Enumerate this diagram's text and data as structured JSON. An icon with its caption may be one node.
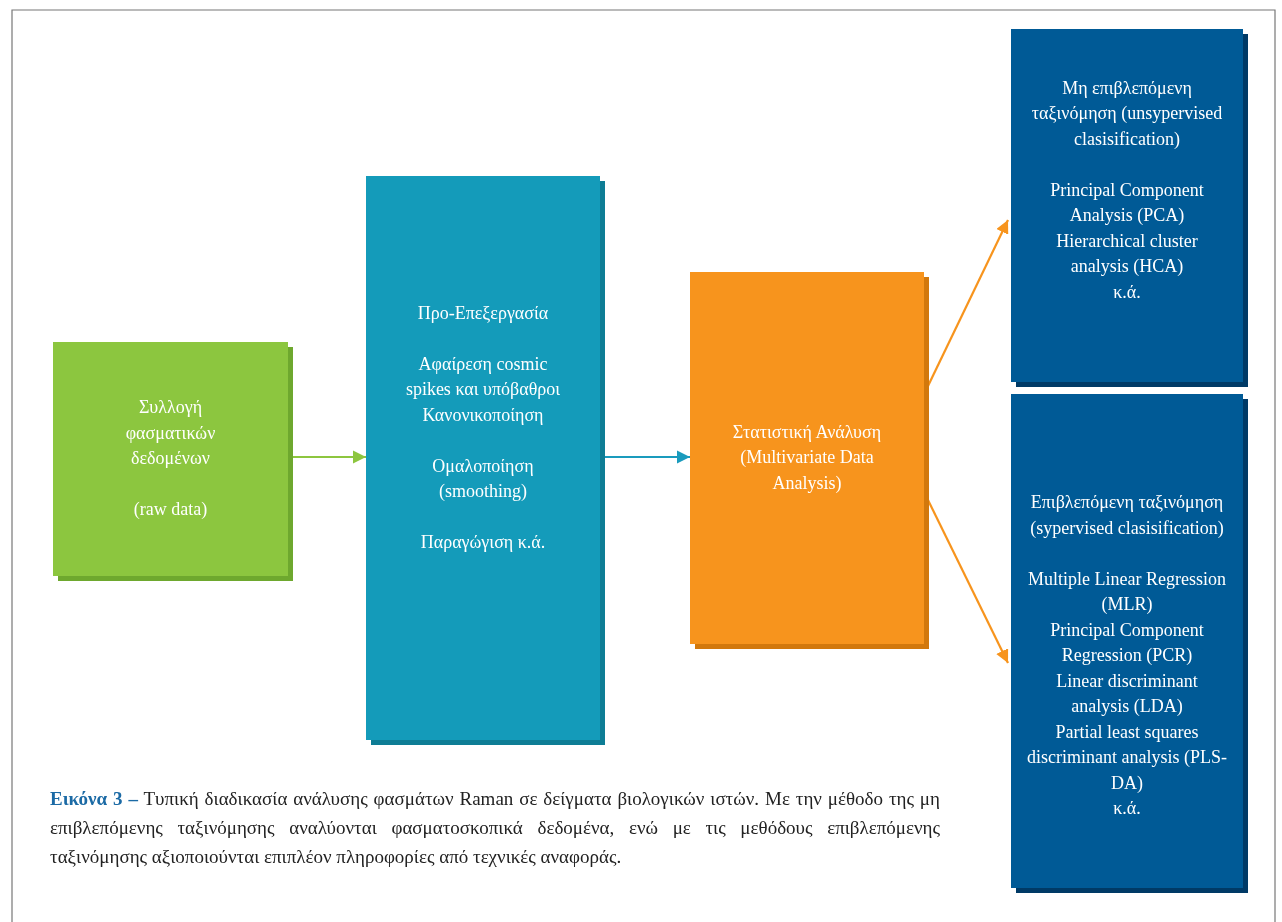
{
  "diagram": {
    "caption": "**Εικόνα 3 –** Τυπική διαδικασία ανάλυσης φασμάτων Raman σε δείγματα βιολογικών ιστών. Με την μέθοδο της μη επιβλεπόμενης ταξινόμησης αναλύονται φασματοσκοπικά δεδομένα, ενώ με τις μεθόδους επιβλεπόμενης ταξινόμησης αξιοποιούνται επιπλέον πληροφορίες από τεχνικές αναφοράς.",
    "nodes": [
      {
        "text": [
          "Συλλογή φασματικών δεδομένων",
          "(raw data)"
        ]
      },
      {
        "text": [
          "Προ-Επεξεργασία",
          "Αφαίρεση cosmic spikes και υπόβαθροι",
          "Κανονικοποίηση",
          "Ομαλοποίηση (smoothing)",
          "Παραγώγιση κ.ά."
        ]
      },
      {
        "text": [
          "Στατιστική Ανάλυση (Multivariate Data Analysis)"
        ]
      },
      {
        "text": [
          "Μη επιβλεπόμενη ταξινόμηση (unsypervised clasisification)",
          "Principal Component Analysis (PCA)",
          "Hierarchical cluster analysis (HCA)",
          "κ.ά."
        ]
      },
      {
        "text": [
          "Επιβλεπόμενη ταξινόμηση (sypervised clasisification)",
          "Multiple Linear Regression (MLR)",
          "Principal Component Regression (PCR)",
          "Linear discriminant analysis (LDA)",
          "Partial least squares discriminant analysis (PLS-DA)",
          "κ.ά."
        ]
      }
    ],
    "edges": [
      {
        "from": 0,
        "to": 1,
        "arrow": "to",
        "color": "#8dc63f"
      },
      {
        "from": 1,
        "to": 2,
        "arrow": "to",
        "color": "#1a9bbd"
      },
      {
        "from": 2,
        "to": 3,
        "arrow": "to",
        "color": "#f7941d"
      },
      {
        "from": 2,
        "to": 4,
        "arrow": "to",
        "color": "#f7941d"
      }
    ]
  }
}
